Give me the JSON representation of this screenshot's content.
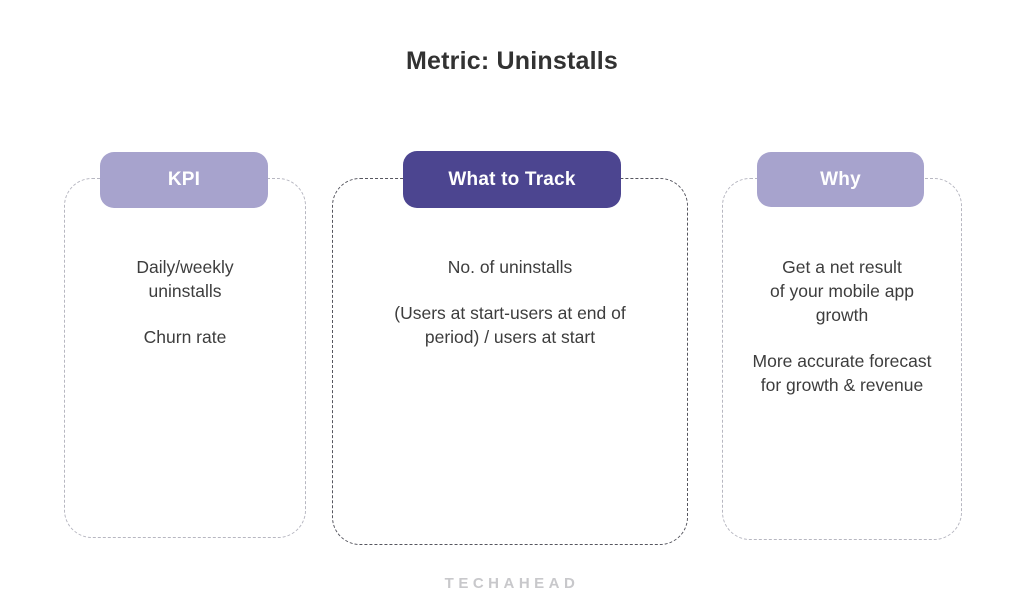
{
  "page": {
    "title": "Metric: Uninstalls",
    "footer_logo": "TECHAHEAD"
  },
  "colors": {
    "background": "#ffffff",
    "header_pill_light": "#a7a3cd",
    "header_pill_dark": "#4c4590",
    "card_border_light": "#b7b7c1",
    "card_border_dark": "#56565f",
    "title_text": "#323232",
    "body_text": "#3d3d3d",
    "pill_text": "#ffffff",
    "logo_text": "#c8c8cb"
  },
  "cards": [
    {
      "id": "kpi",
      "header": "KPI",
      "header_style": "light",
      "paragraphs": [
        "Daily/weekly\nuninstalls",
        "Churn rate"
      ]
    },
    {
      "id": "what-to-track",
      "header": "What to Track",
      "header_style": "dark",
      "paragraphs": [
        "No. of uninstalls",
        "(Users at start-users at end of\nperiod) / users at start"
      ]
    },
    {
      "id": "why",
      "header": "Why",
      "header_style": "light",
      "paragraphs": [
        "Get a net result\nof your mobile app\ngrowth",
        "More accurate forecast\nfor growth & revenue"
      ]
    }
  ]
}
